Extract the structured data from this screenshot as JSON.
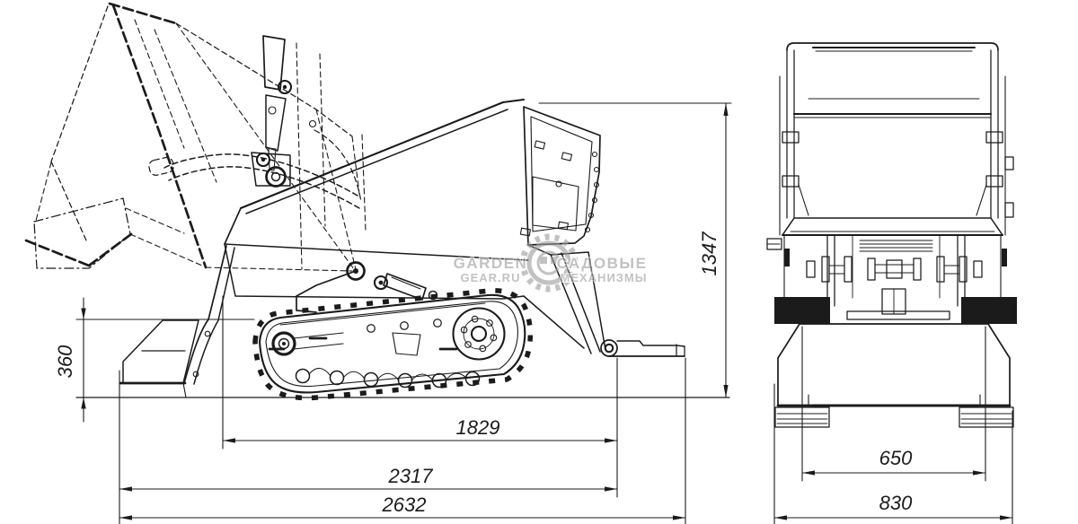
{
  "drawing": {
    "line_color": "#1b1b1b",
    "watermark_color": "#9d9d9d",
    "watermark": {
      "left_line1": "GARDEN",
      "left_line2": "GEAR.RU",
      "right_line1": "САДОВЫЕ",
      "right_line2": "МЕХАНИЗМЫ"
    },
    "dimensions": {
      "side_view": {
        "overall_height": "1347",
        "platform_height": "360",
        "track_length": "1829",
        "frame_length": "2317",
        "overall_length": "2632"
      },
      "rear_view": {
        "inner_width": "650",
        "overall_width": "830"
      }
    }
  }
}
